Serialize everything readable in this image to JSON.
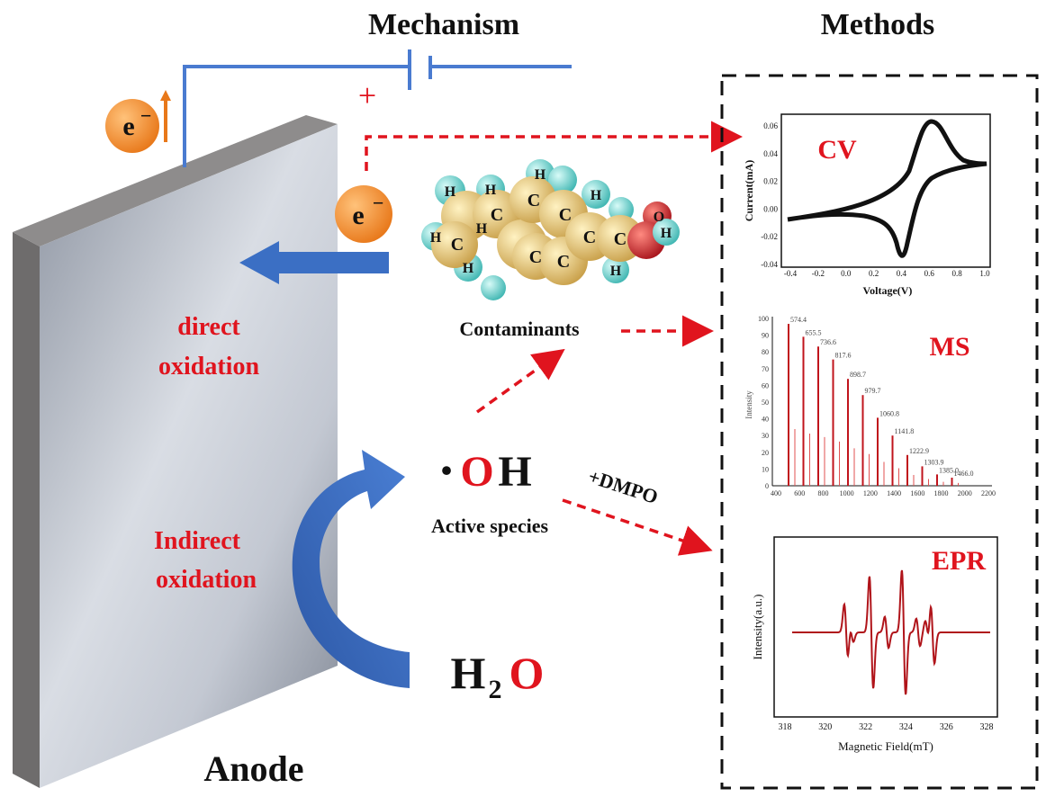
{
  "headings": {
    "mechanism": "Mechanism",
    "methods": "Methods"
  },
  "circuit": {
    "plus_sign": "+",
    "electron": "e",
    "electron_charge": "−"
  },
  "anode": {
    "label": "Anode"
  },
  "pathways": {
    "direct_line1": "direct",
    "direct_line2": "oxidation",
    "indirect_line1": "Indirect",
    "indirect_line2": "oxidation"
  },
  "species": {
    "contaminants": "Contaminants",
    "radical_dot": "•",
    "radical_o": "O",
    "radical_h": "H",
    "active_species": "Active species",
    "dmpo": "+DMPO",
    "water_h": "H",
    "water_sub": "2",
    "water_o": "O"
  },
  "molecule": {
    "atom_c": "C",
    "atom_h": "H",
    "atom_o": "O"
  },
  "methods": {
    "cv": {
      "title": "CV",
      "xlabel": "Voltage(V)",
      "ylabel": "Current(mA)",
      "xticks": [
        "-0.4",
        "-0.2",
        "0.0",
        "0.2",
        "0.4",
        "0.6",
        "0.8",
        "1.0"
      ],
      "yticks": [
        "0.06",
        "0.04",
        "0.02",
        "0.00",
        "-0.02",
        "-0.04"
      ]
    },
    "ms": {
      "title": "MS",
      "ylabel": "Intensity",
      "xticks": [
        "400",
        "600",
        "800",
        "1000",
        "1200",
        "1400",
        "1600",
        "1800",
        "2000",
        "2200"
      ],
      "yticks": [
        "100",
        "90",
        "80",
        "70",
        "60",
        "50",
        "40",
        "30",
        "20",
        "10",
        "0"
      ],
      "peak_labels": [
        "574.4",
        "655.5",
        "736.6",
        "817.6",
        "898.7",
        "979.7",
        "1060.8",
        "1141.8",
        "1222.9",
        "1303.9",
        "1385.0",
        "1466.0"
      ]
    },
    "epr": {
      "title": "EPR",
      "xlabel": "Magnetic Field(mT)",
      "ylabel": "Intensity(a.u.)",
      "xticks": [
        "318",
        "320",
        "322",
        "324",
        "326",
        "328"
      ]
    }
  },
  "colors": {
    "accent_red": "#e0141e",
    "arrow_blue": "#3b6fc4",
    "circuit_blue": "#4a7bd0",
    "electron_orange": "#f0902a",
    "anode_gray": "#aab0bc"
  }
}
